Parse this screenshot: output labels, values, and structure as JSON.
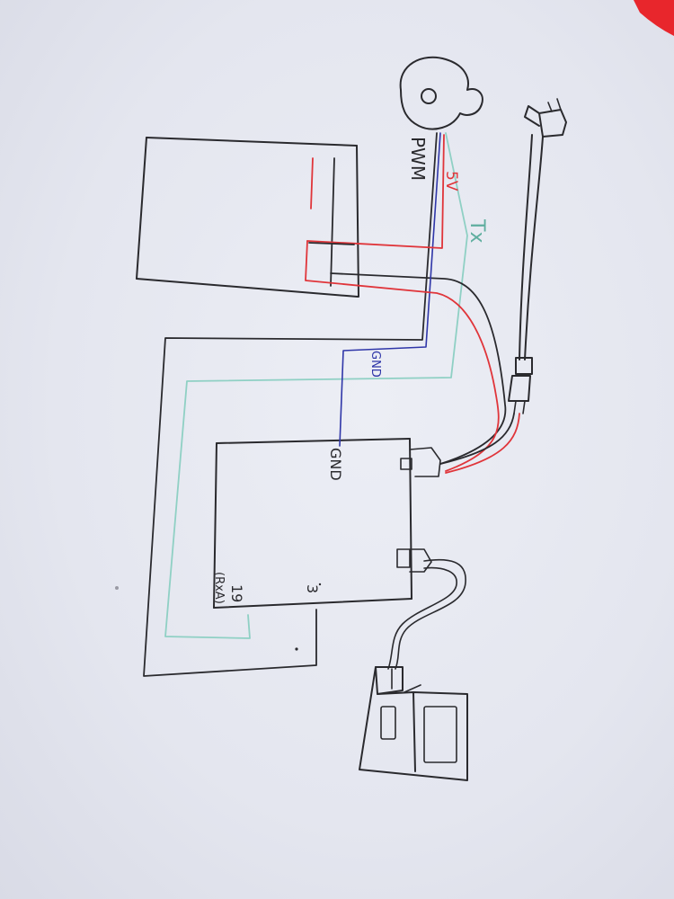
{
  "colors": {
    "paper": "#e7e8f1",
    "black_wire": "#2a2a2e",
    "red_wire": "#e0353a",
    "blue_wire": "#2f36a8",
    "teal_wire": "#8fd0c4",
    "corner_accent": "#e8262c"
  },
  "labels": {
    "pwm": "PWM",
    "v5": "5V",
    "tx": "Tx",
    "gnd_wire": "GND",
    "gnd_pin": "GND",
    "pin19": "19",
    "rxa": "(RxA)",
    "pin3": "3"
  },
  "icons": {
    "fan": "fan-icon",
    "plug": "wall-plug-icon",
    "display": "lcd-display-icon"
  }
}
